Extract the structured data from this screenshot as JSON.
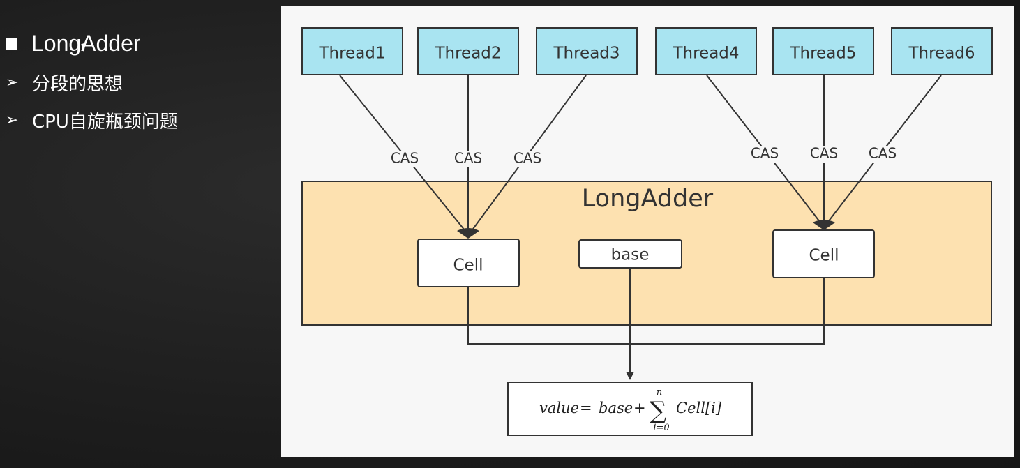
{
  "bullets": {
    "main": "LongAdder",
    "subs": [
      "分段的思想",
      "CPU自旋瓶颈问题"
    ],
    "sub_marker": "➢"
  },
  "diagram": {
    "threads": [
      "Thread1",
      "Thread2",
      "Thread3",
      "Thread4",
      "Thread5",
      "Thread6"
    ],
    "cas_label": "CAS",
    "container_label": "LongAdder",
    "cell_label": "Cell",
    "base_label": "base",
    "formula": {
      "lhs": "value",
      "eq": "=",
      "base": "base",
      "plus": "+",
      "sum_upper": "n",
      "sum_lower": "i=0",
      "term": "Cell[i]"
    },
    "colors": {
      "thread_fill": "#a9e4f1",
      "container_fill": "#fde1b0",
      "panel_bg": "#f7f7f7"
    }
  }
}
